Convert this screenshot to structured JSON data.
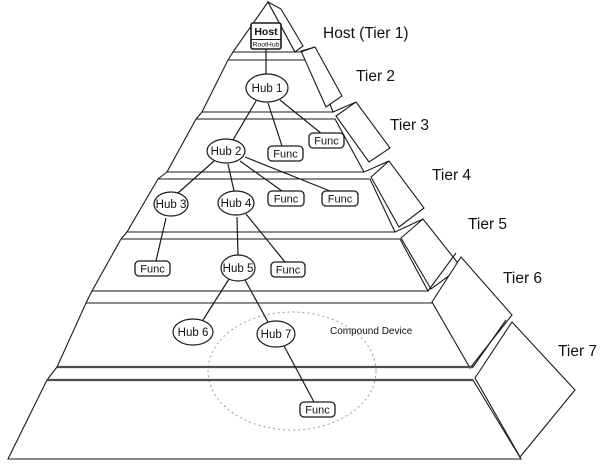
{
  "diagram": {
    "host": {
      "label": "Host",
      "sublabel": "RootHub"
    },
    "tier_labels": [
      "Host (Tier 1)",
      "Tier 2",
      "Tier 3",
      "Tier 4",
      "Tier 5",
      "Tier 6",
      "Tier 7"
    ],
    "hubs": [
      "Hub 1",
      "Hub 2",
      "Hub 3",
      "Hub 4",
      "Hub 5",
      "Hub 6",
      "Hub 7"
    ],
    "functions": [
      "Func",
      "Func",
      "Func",
      "Func",
      "Func",
      "Func",
      "Func"
    ],
    "compound_device_label": "Compound Device",
    "colors": {
      "background": "#ffffff",
      "line": "#1a1a1a",
      "emphasis_line": "#4d4d4d",
      "dotted_outline": "#999999",
      "text": "#111111"
    }
  }
}
